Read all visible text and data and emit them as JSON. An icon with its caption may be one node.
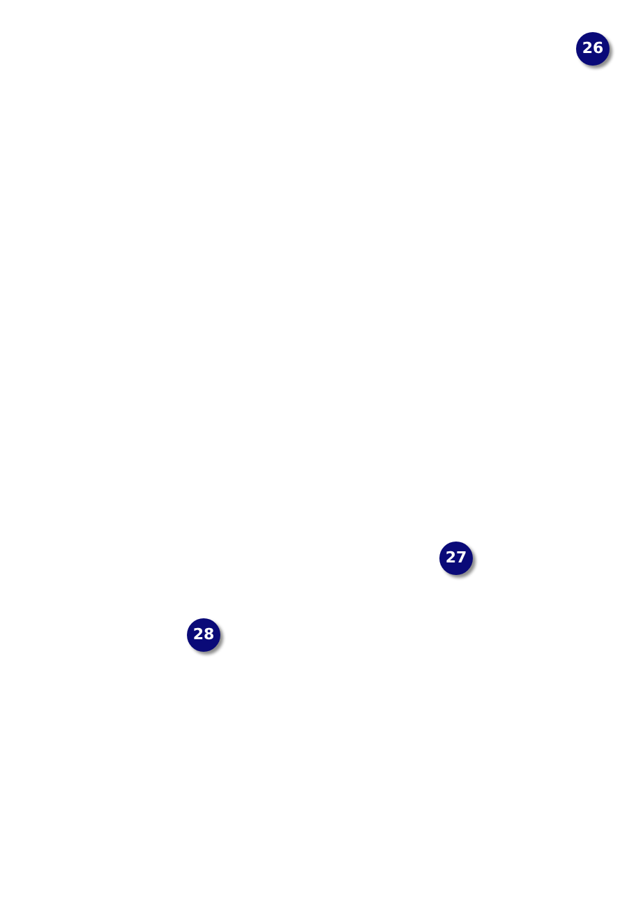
{
  "diagram": {
    "labels": [
      "26",
      "27",
      "28"
    ]
  }
}
